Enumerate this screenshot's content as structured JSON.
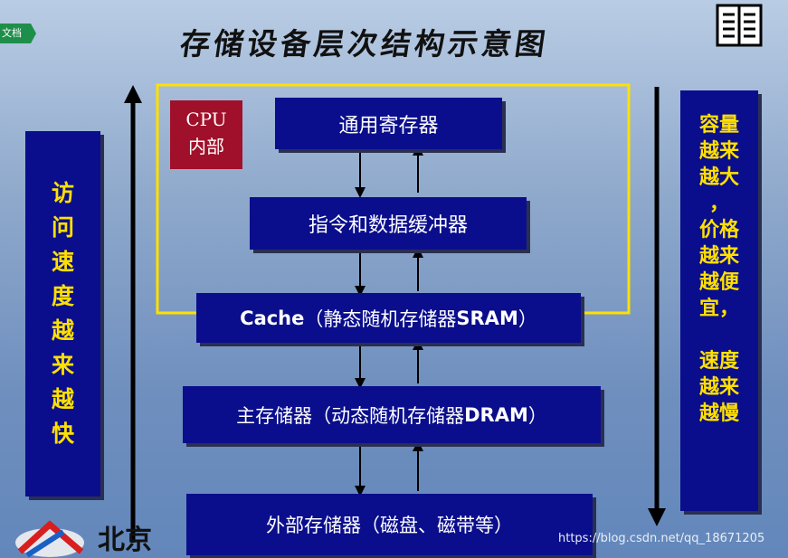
{
  "corner_tag": "文档",
  "title": "存储设备层次结构示意图",
  "cpu_label_line1": "CPU",
  "cpu_label_line2": "内部",
  "levels": {
    "registers": "通用寄存器",
    "buffers": "指令和数据缓冲器",
    "cache_a": "Cache",
    "cache_b": "（静态随机存储器",
    "cache_c": "SRAM",
    "cache_d": "）",
    "main_a": "主存储器（动态随机存储器",
    "main_b": "DRAM",
    "main_c": "）",
    "external": "外部存储器（磁盘、磁带等）"
  },
  "left_panel": [
    "访",
    "问",
    "速",
    "度",
    "越",
    "来",
    "越",
    "快"
  ],
  "right_panel": "容量\n越来\n越大\n，\n价格\n越来\n越便\n宜，\n\n速度\n越来\n越慢",
  "logo_text": "北京",
  "watermark": "https://blog.csdn.net/qq_18671205",
  "colors": {
    "box": "#0a0e8c",
    "highlight": "#ffe000",
    "cpu_tag": "#a0102a"
  },
  "icons": [
    "book-icon",
    "up-arrow-icon",
    "down-arrow-icon",
    "logo-icon"
  ]
}
